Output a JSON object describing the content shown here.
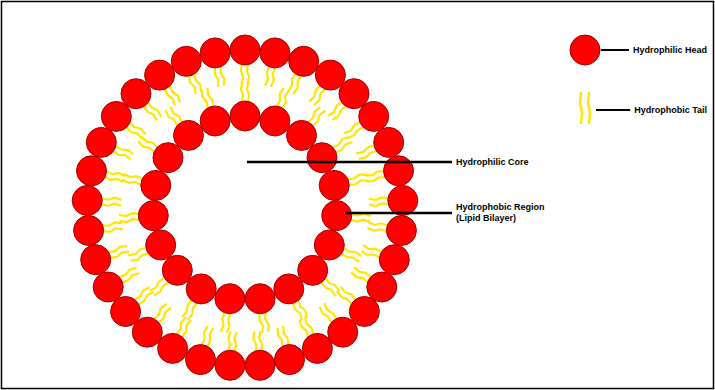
{
  "diagram": {
    "labels": [
      "Hydrophilic Core",
      "Hydrophobic Region (Lipid Bilayer)"
    ],
    "legend": [
      {
        "text": "Hydrophilic Head"
      },
      {
        "text": "Hydrophobic Tail"
      }
    ]
  }
}
